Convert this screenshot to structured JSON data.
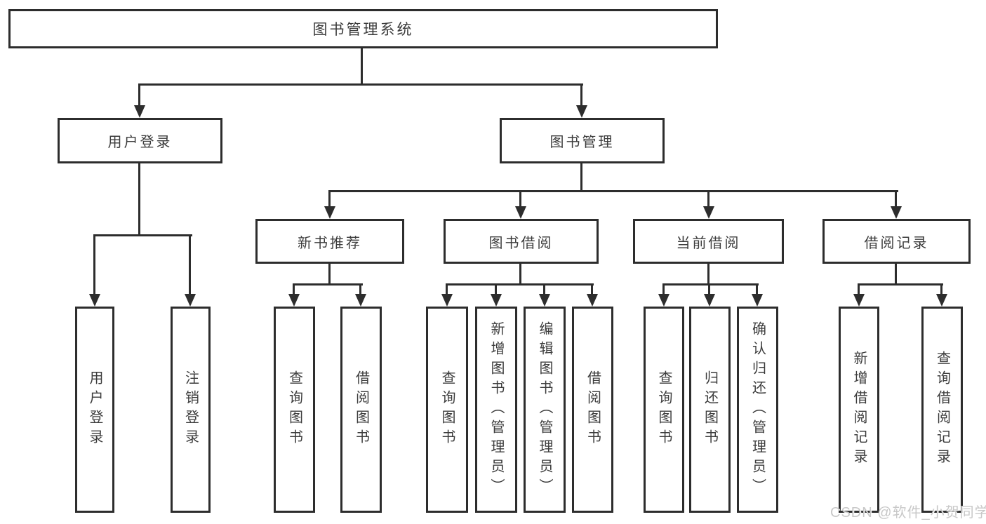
{
  "tree": {
    "label": "图书管理系统",
    "children": [
      {
        "label": "用户登录",
        "children": [
          {
            "label": "用户登录"
          },
          {
            "label": "注销登录"
          }
        ]
      },
      {
        "label": "图书管理",
        "children": [
          {
            "label": "新书推荐",
            "children": [
              {
                "label": "查询图书"
              },
              {
                "label": "借阅图书"
              }
            ]
          },
          {
            "label": "图书借阅",
            "children": [
              {
                "label": "查询图书"
              },
              {
                "label": "新增图书（管理员）"
              },
              {
                "label": "编辑图书（管理员）"
              },
              {
                "label": "借阅图书"
              }
            ]
          },
          {
            "label": "当前借阅",
            "children": [
              {
                "label": "查询图书"
              },
              {
                "label": "归还图书"
              },
              {
                "label": "确认归还（管理员）"
              }
            ]
          },
          {
            "label": "借阅记录",
            "children": [
              {
                "label": "新增借阅记录"
              },
              {
                "label": "查询借阅记录"
              }
            ]
          }
        ]
      }
    ]
  },
  "watermark": "CSDN @软件_小贺同学",
  "colors": {
    "line": "#2d2d2d",
    "text": "#3c3c3c",
    "background": "#ffffff",
    "watermark": "#c8c8c8"
  }
}
